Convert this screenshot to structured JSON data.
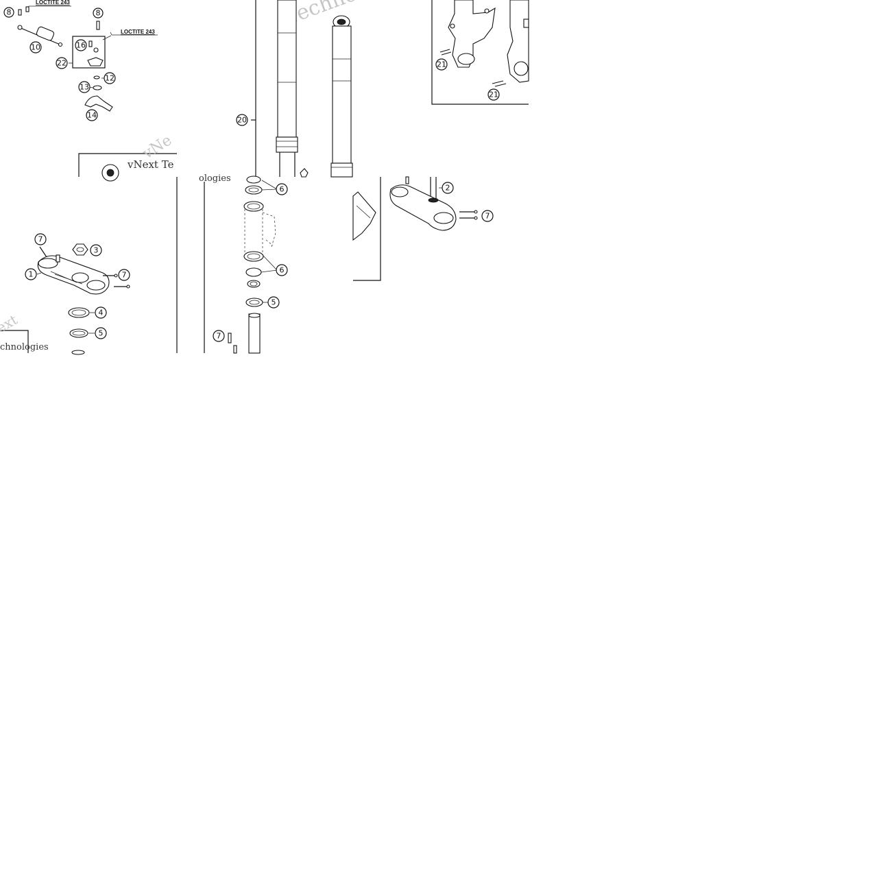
{
  "callouts": {
    "c8a": "8",
    "c8b": "8",
    "c10": "10",
    "c16": "16",
    "c22": "22",
    "c12": "12",
    "c13": "13",
    "c14": "14",
    "c20": "20",
    "c21a": "21",
    "c21b": "21",
    "c6a": "6",
    "c6b": "6",
    "c5a": "5",
    "c2": "2",
    "c7a": "7",
    "c7b": "7",
    "c3": "3",
    "c7c": "7",
    "c1": "1",
    "c4": "4",
    "c5b": "5",
    "c7d": "7"
  },
  "labels": {
    "loctite_top": "LOCTITE 243",
    "loctite_mid": "LOCTITE 243"
  },
  "watermark": {
    "brand_line1": "vNext Te",
    "brand_line2": "ologies",
    "fragment_top": "Techno",
    "fragment_vne": "vNe",
    "fragment_bottom_left1": "ext",
    "fragment_bottom_left2": "chnologies"
  }
}
